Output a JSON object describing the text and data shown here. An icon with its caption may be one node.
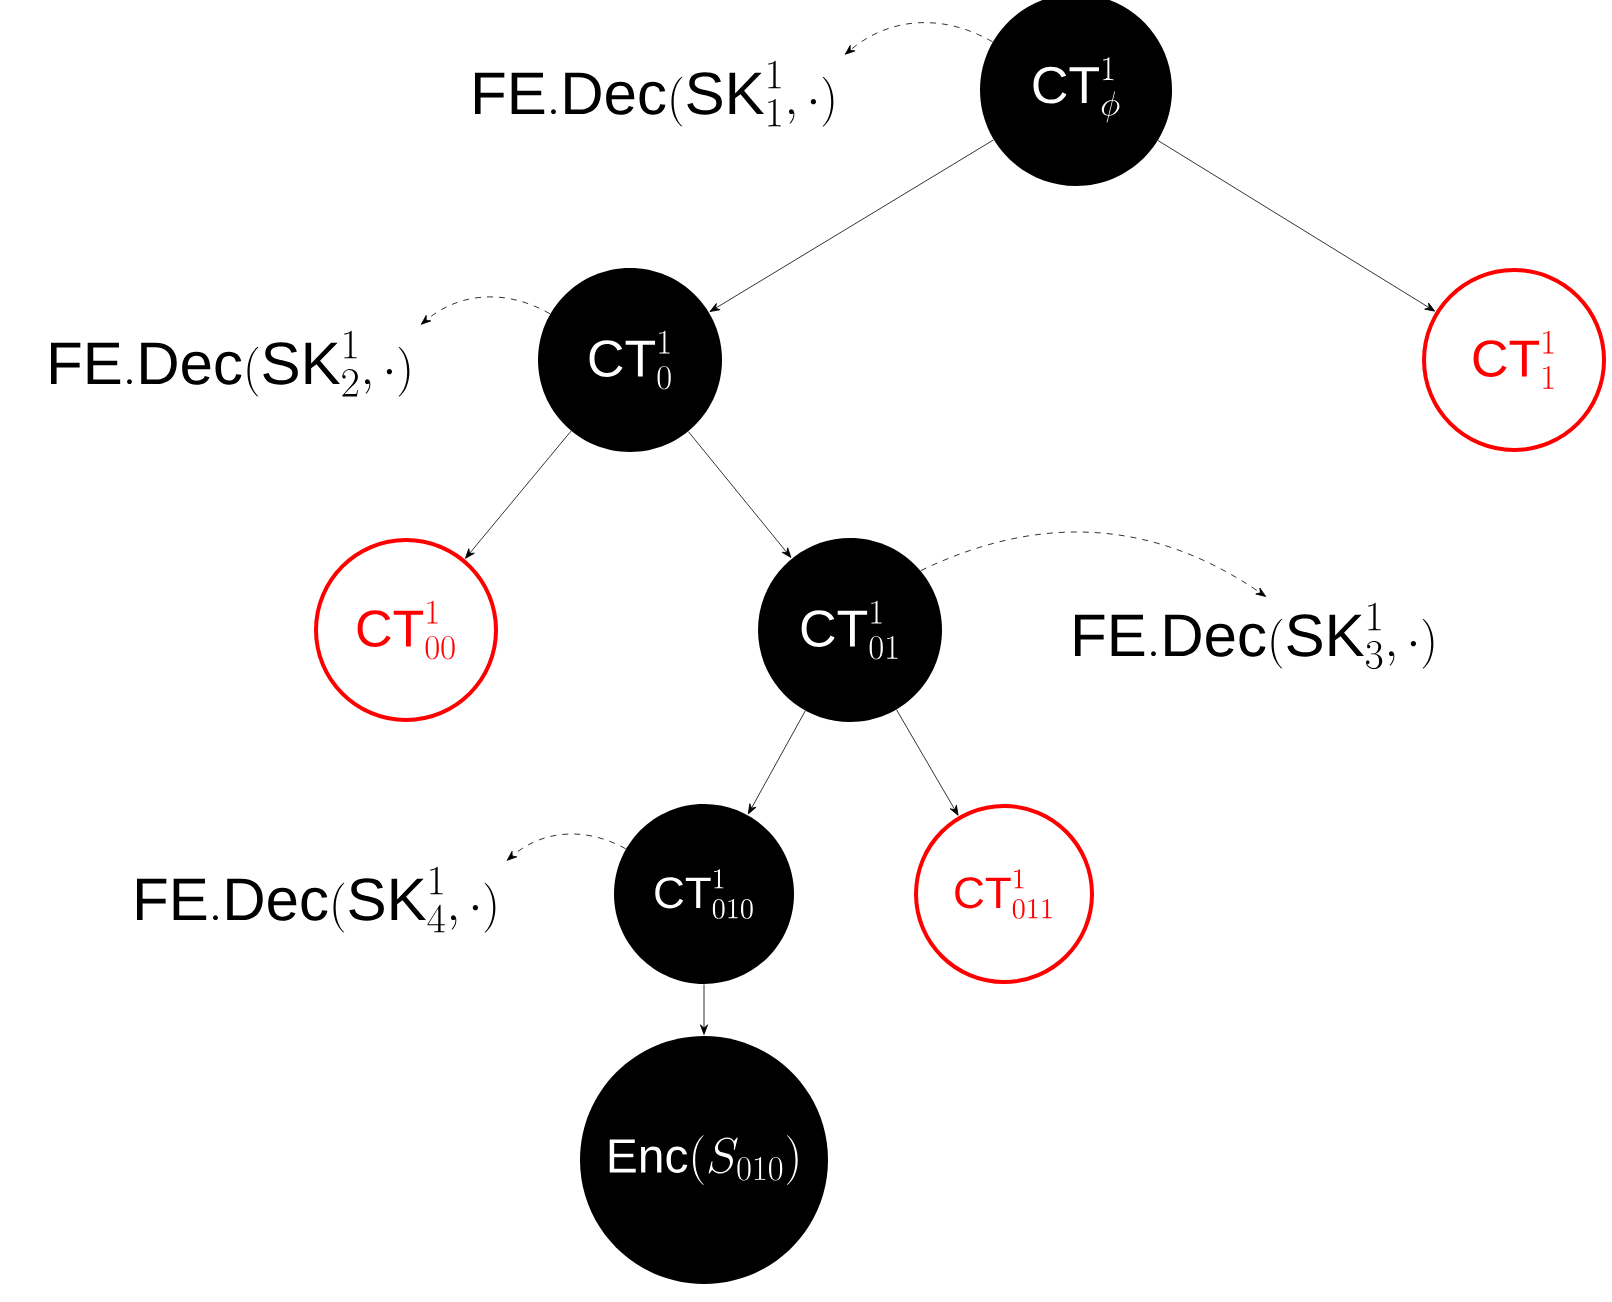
{
  "diagram": {
    "nodes": [
      {
        "text": [
          "\\mathsf{CT}^1_{\\phi}"
        ]
      },
      {
        "text": [
          "\\mathsf{CT}^1_{0}"
        ]
      },
      {
        "text": [
          "\\mathsf{CT}^1_{1}"
        ]
      },
      {
        "text": [
          "\\mathsf{CT}^1_{00}"
        ]
      },
      {
        "text": [
          "\\mathsf{CT}^1_{01}"
        ]
      },
      {
        "text": [
          "\\mathsf{CT}^1_{010}"
        ]
      },
      {
        "text": [
          "\\mathsf{CT}^1_{011}"
        ]
      },
      {
        "text": [
          "\\mathsf{Enc}(S_{010})"
        ]
      },
      {
        "text": [
          "\\mathsf{FE.Dec}(\\mathsf{SK}^1_1,\\cdot)"
        ]
      },
      {
        "text": [
          "\\mathsf{FE.Dec}(\\mathsf{SK}^1_2,\\cdot)"
        ]
      },
      {
        "text": [
          "\\mathsf{FE.Dec}(\\mathsf{SK}^1_3,\\cdot)"
        ]
      },
      {
        "text": [
          "\\mathsf{FE.Dec}(\\mathsf{SK}^1_4,\\cdot)"
        ]
      }
    ],
    "edges": [
      {
        "from": 0,
        "to": 1,
        "arrow": "to"
      },
      {
        "from": 0,
        "to": 2,
        "arrow": "to"
      },
      {
        "from": 1,
        "to": 3,
        "arrow": "to"
      },
      {
        "from": 1,
        "to": 4,
        "arrow": "to"
      },
      {
        "from": 4,
        "to": 5,
        "arrow": "to"
      },
      {
        "from": 4,
        "to": 6,
        "arrow": "to"
      },
      {
        "from": 5,
        "to": 7,
        "arrow": "to"
      },
      {
        "from": 0,
        "to": 8,
        "arrow": "to",
        "style": "dashed"
      },
      {
        "from": 1,
        "to": 9,
        "arrow": "to",
        "style": "dashed"
      },
      {
        "from": 4,
        "to": 10,
        "arrow": "to",
        "style": "dashed"
      },
      {
        "from": 5,
        "to": 11,
        "arrow": "to",
        "style": "dashed"
      }
    ]
  }
}
